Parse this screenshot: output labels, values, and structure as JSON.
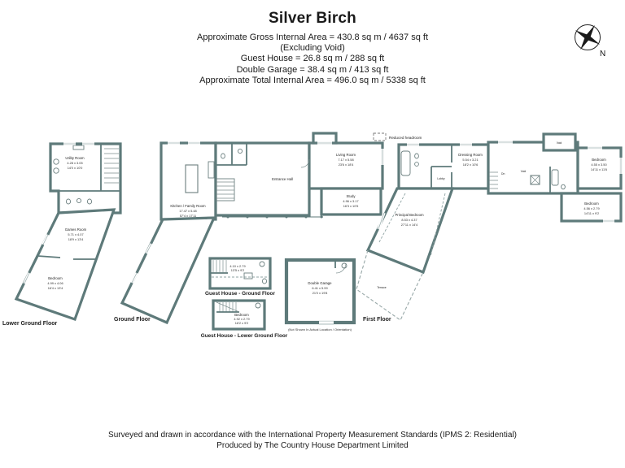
{
  "header": {
    "title": "Silver Birch",
    "lines": [
      "Approximate Gross Internal Area = 430.8 sq m / 4637 sq ft",
      "(Excluding Void)",
      "Guest House = 26.8 sq m / 288 sq ft",
      "Double Garage = 38.4 sq m / 413 sq ft",
      "Approximate Total Internal Area = 496.0 sq m / 5338 sq ft"
    ]
  },
  "compass": {
    "north_label": "N"
  },
  "legend": {
    "reduced_headroom": "Reduced headroom"
  },
  "plans": {
    "lower_ground": {
      "label": "Lower Ground Floor",
      "rooms": {
        "utility": {
          "name": "Utility Room",
          "m": "4.28 x 3.05",
          "ft": "14'0 x 10'0"
        },
        "games": {
          "name": "Games Room",
          "m": "5.71 x 4.07",
          "ft": "18'9 x 13'4"
        },
        "bedroom": {
          "name": "Bedroom",
          "m": "4.99 x 4.06",
          "ft": "16'4 x 13'4"
        }
      }
    },
    "ground": {
      "label": "Ground Floor",
      "rooms": {
        "kitchen": {
          "name": "Kitchen / Family Room",
          "m": "17.47 x 5.48",
          "ft": "57'4 x 17'11"
        },
        "entrance": {
          "name": "Entrance Hall"
        },
        "living": {
          "name": "Living Room",
          "m": "7.17 x 5.58",
          "ft": "23'6 x 18'4"
        },
        "study": {
          "name": "Study",
          "m": "4.96 x 3.17",
          "ft": "16'3 x 10'5"
        }
      }
    },
    "first": {
      "label": "First Floor",
      "rooms": {
        "dressing": {
          "name": "Dressing Room",
          "m": "5.54 x 3.21",
          "ft": "18'2 x 10'6"
        },
        "lobby": {
          "name": "Lobby"
        },
        "principal": {
          "name": "Principal Bedroom",
          "m": "8.53 x 4.37",
          "ft": "27'11 x 14'4"
        },
        "terrace": {
          "name": "Terrace"
        },
        "bedroom_right": {
          "name": "Bedroom",
          "m": "4.55 x 3.50",
          "ft": "14'11 x 11'6"
        },
        "bedroom_lower": {
          "name": "Bedroom",
          "m": "4.56 x 2.79",
          "ft": "14'11 x 9'2"
        },
        "void_label": "Void",
        "stairs_dn": "Dn"
      }
    },
    "guest_ground": {
      "label": "Guest House - Ground Floor",
      "rooms": {
        "main": {
          "m": "4.10 x 2.79",
          "ft": "13'5 x 9'2"
        }
      }
    },
    "guest_lower": {
      "label": "Guest House - Lower Ground Floor",
      "rooms": {
        "bedroom": {
          "name": "Bedroom",
          "m": "4.92 x 2.79",
          "ft": "16'2 x 9'2"
        }
      }
    },
    "garage": {
      "note": "(Not Shown In Actual Location / Orientation)",
      "rooms": {
        "garage": {
          "name": "Double Garage",
          "m": "6.41 x 5.99",
          "ft": "21'0 x 19'8"
        }
      }
    }
  },
  "footer": {
    "lines": [
      "Surveyed and drawn in accordance with the International Property Measurement Standards (IPMS 2: Residential)",
      "Produced by The Country House Department Limited"
    ]
  },
  "colors": {
    "wall": "#5e7a7a",
    "text": "#1a1a1a",
    "dashed": "#98a8a8"
  }
}
